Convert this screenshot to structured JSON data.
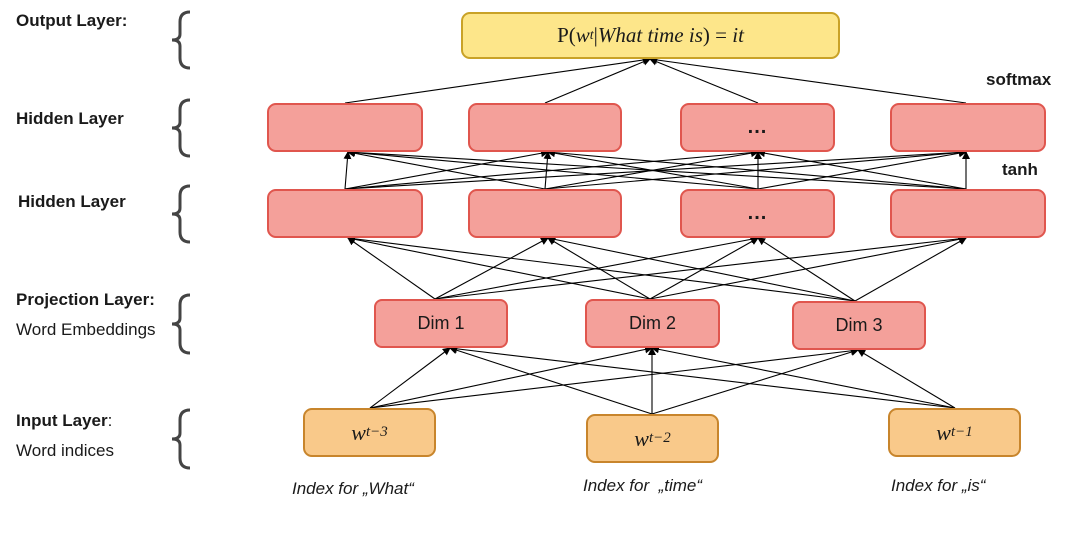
{
  "output_layer": {
    "label_bold": "Output Layer:",
    "formula": "P(w_t | What time is) = it"
  },
  "hidden_layer_top": {
    "label_bold": "Hidden Layer",
    "activation": "softmax",
    "ellipsis": "..."
  },
  "hidden_layer_bottom": {
    "label_bold": "Hidden Layer",
    "activation": "tanh",
    "ellipsis": "..."
  },
  "projection_layer": {
    "label_bold": "Projection Layer:",
    "label_rest": " Word Embeddings",
    "dims": [
      "Dim 1",
      "Dim 2",
      "Dim 3"
    ]
  },
  "input_layer": {
    "label_bold": "Input Layer",
    "label_rest": ": Word indices",
    "words": [
      {
        "base": "w",
        "sub": "t−3",
        "caption": "Index for „What“"
      },
      {
        "base": "w",
        "sub": "t−2",
        "caption": "Index for  „time“"
      },
      {
        "base": "w",
        "sub": "t−1",
        "caption": "Index for „is“"
      }
    ]
  },
  "colors": {
    "output_fill": "#fde68a",
    "output_border": "#c9a227",
    "hidden_fill": "#f4a09a",
    "hidden_border": "#e0564e",
    "input_fill": "#f9c98a",
    "input_border": "#c8852c"
  }
}
